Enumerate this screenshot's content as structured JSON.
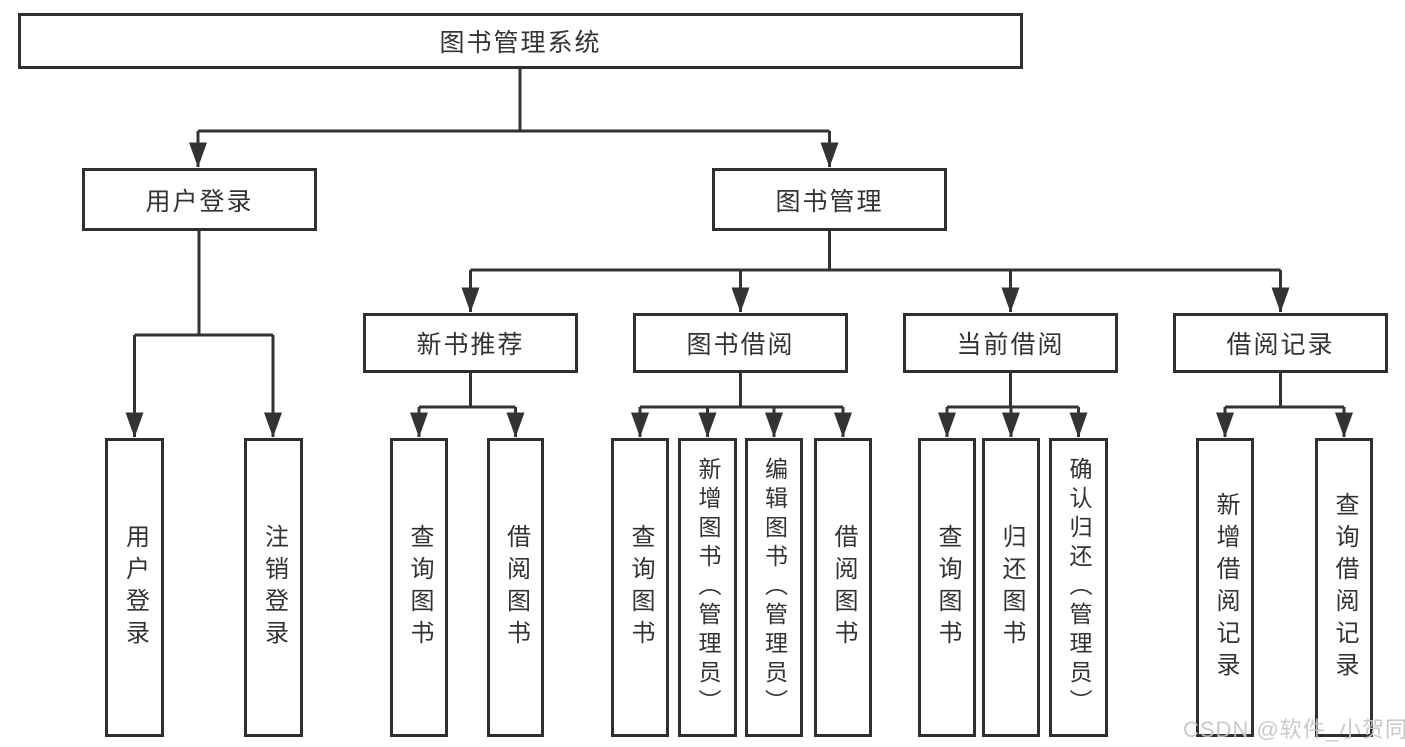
{
  "diagram": {
    "type": "tree",
    "background": "#ffffff",
    "line_color": "#333333",
    "text_color": "#333333",
    "watermark_color": "#c5c5c5",
    "root": {
      "label": "图书管理系统",
      "children": [
        {
          "label": "用户登录",
          "children": [
            {
              "label": "用户登录"
            },
            {
              "label": "注销登录"
            }
          ]
        },
        {
          "label": "图书管理",
          "children": [
            {
              "label": "新书推荐",
              "children": [
                {
                  "label": "查询图书"
                },
                {
                  "label": "借阅图书"
                }
              ]
            },
            {
              "label": "图书借阅",
              "children": [
                {
                  "label": "查询图书"
                },
                {
                  "label": "新增图书（管理员）"
                },
                {
                  "label": "编辑图书（管理员）"
                },
                {
                  "label": "借阅图书"
                }
              ]
            },
            {
              "label": "当前借阅",
              "children": [
                {
                  "label": "查询图书"
                },
                {
                  "label": "归还图书"
                },
                {
                  "label": "确认归还（管理员）"
                }
              ]
            },
            {
              "label": "借阅记录",
              "children": [
                {
                  "label": "新增借阅记录"
                },
                {
                  "label": "查询借阅记录"
                }
              ]
            }
          ]
        }
      ]
    },
    "watermark": "CSDN @软件_小贺同学"
  }
}
